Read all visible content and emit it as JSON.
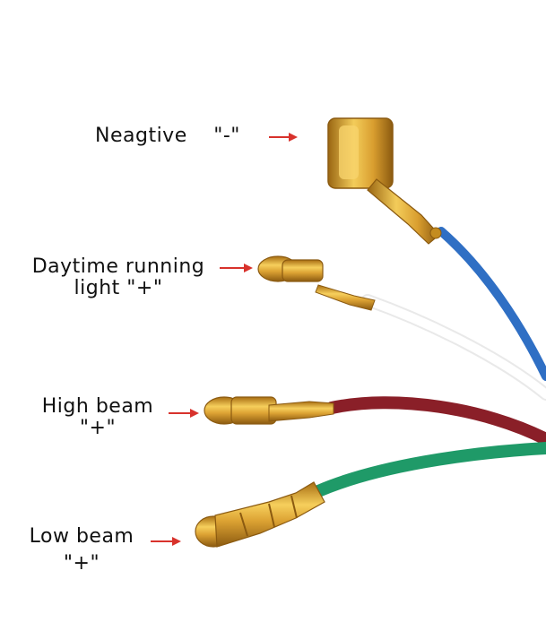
{
  "labels": {
    "negative": {
      "line1": "Neagtive",
      "sign": "\"-\""
    },
    "drl": {
      "line1": "Daytime running",
      "line2": "light  \"+\""
    },
    "high": {
      "line1": "High beam",
      "line2": "\"+\""
    },
    "low": {
      "line1": "Low beam",
      "line2": "\"+\""
    }
  },
  "colors": {
    "arrow": "#d8322c",
    "wire_blue": "#2f6fc4",
    "wire_white": "#f2f2f2",
    "wire_red": "#8a1f28",
    "wire_green": "#1f9a68",
    "terminal_gold": "#d9a431"
  }
}
